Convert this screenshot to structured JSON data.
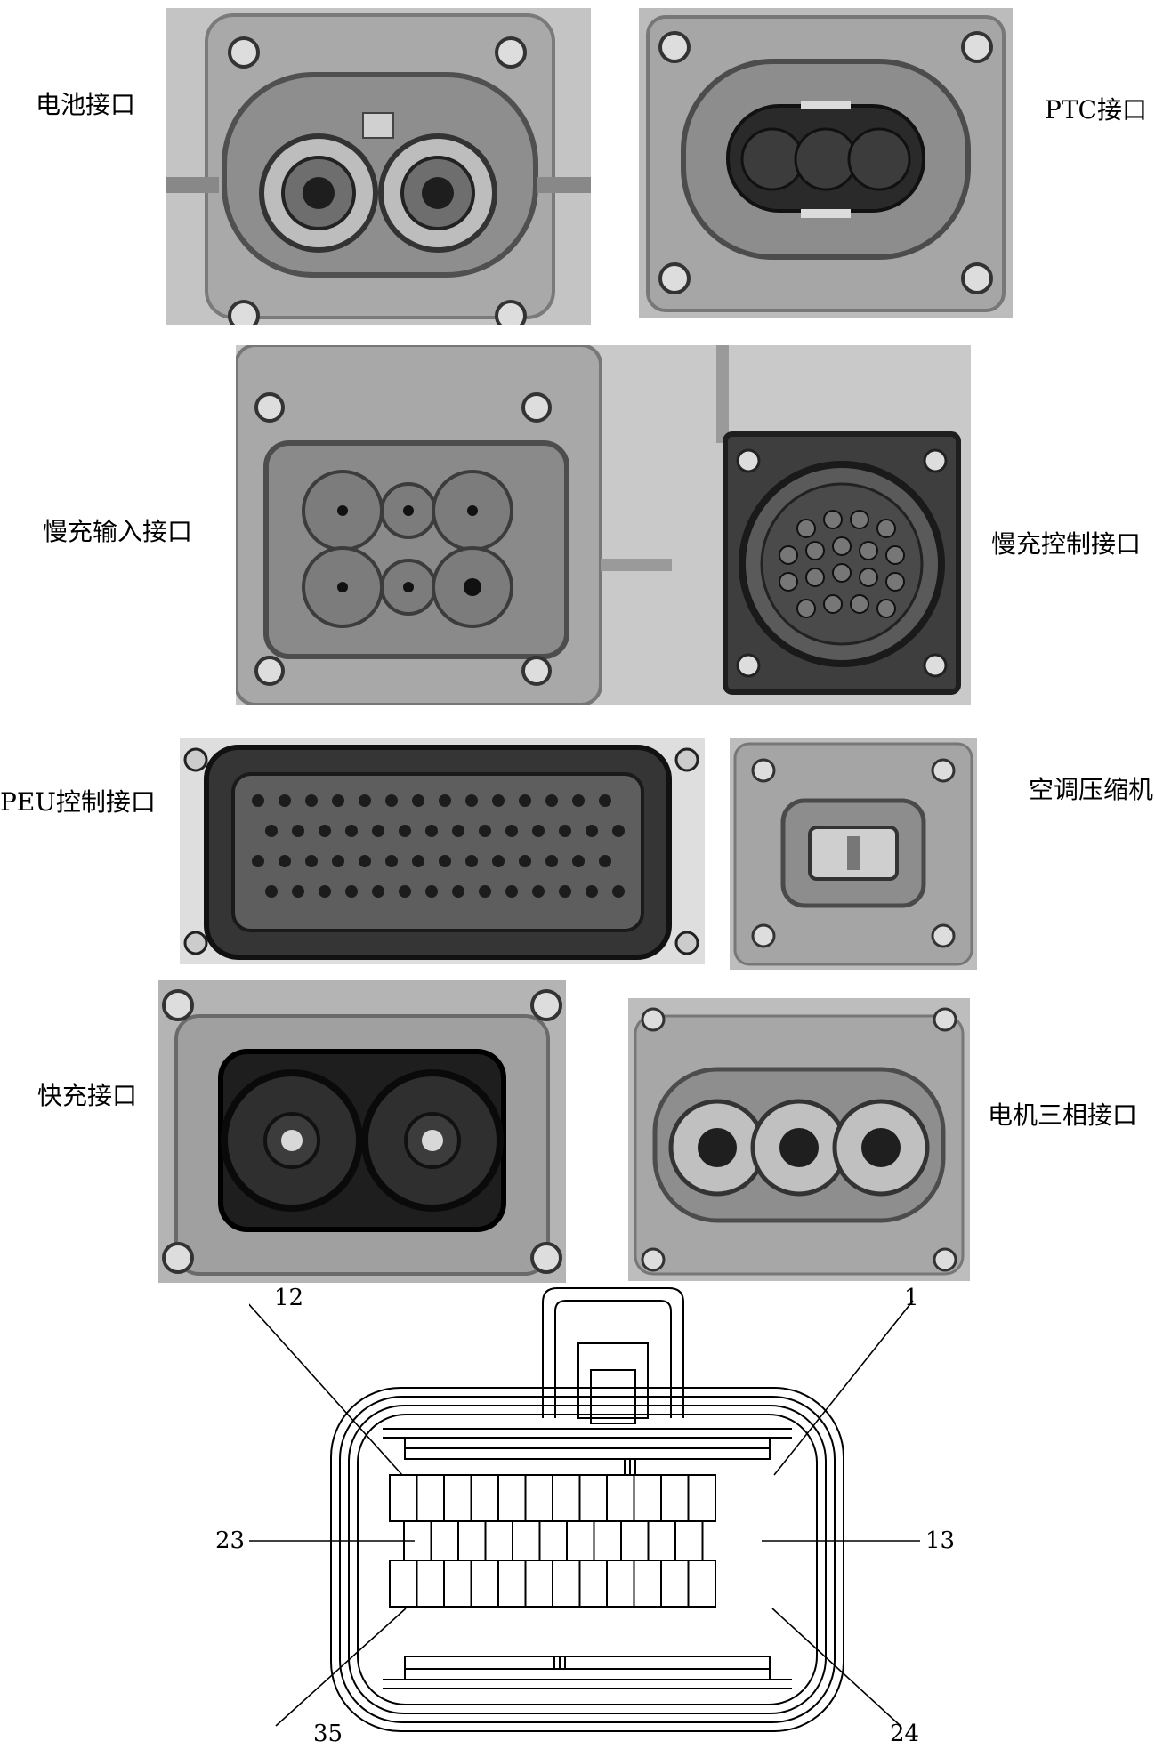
{
  "labels": {
    "battery": "电池接口",
    "ptc": "PTC接口",
    "slow_charge_input": "慢充输入接口",
    "slow_charge_control": "慢充控制接口",
    "peu_control": "PEU控制接口",
    "ac_compressor": "空调压缩机",
    "fast_charge": "快充接口",
    "motor_three_phase": "电机三相接口"
  },
  "pinout": {
    "pin_numbers": {
      "top_left": "12",
      "top_right": "1",
      "mid_left": "23",
      "mid_right": "13",
      "bottom_left": "35",
      "bottom_right": "24"
    },
    "rows": [
      12,
      11,
      12
    ]
  }
}
